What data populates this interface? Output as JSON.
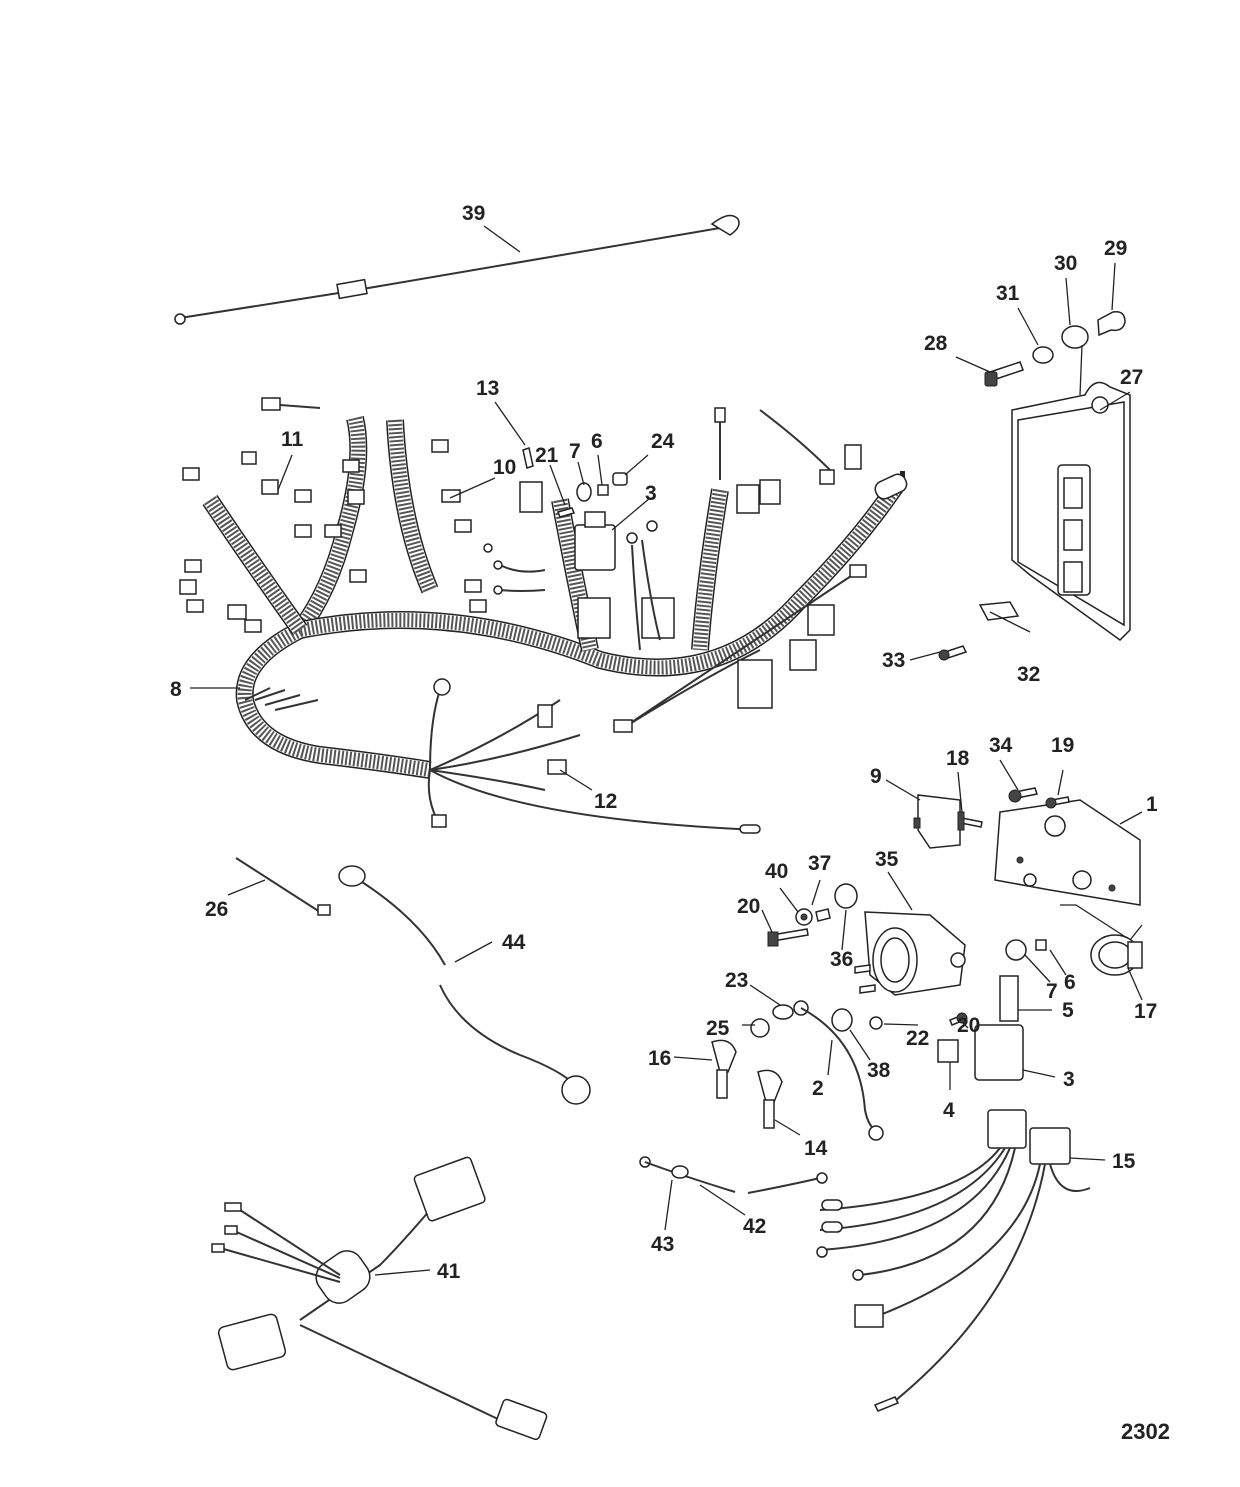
{
  "figure_number": "2302",
  "callouts": [
    {
      "id": "c39",
      "text": "39"
    },
    {
      "id": "c29",
      "text": "29"
    },
    {
      "id": "c30",
      "text": "30"
    },
    {
      "id": "c31",
      "text": "31"
    },
    {
      "id": "c28",
      "text": "28"
    },
    {
      "id": "c27",
      "text": "27"
    },
    {
      "id": "c13",
      "text": "13"
    },
    {
      "id": "c11",
      "text": "11"
    },
    {
      "id": "c21",
      "text": "21"
    },
    {
      "id": "c7a",
      "text": "7"
    },
    {
      "id": "c6a",
      "text": "6"
    },
    {
      "id": "c24",
      "text": "24"
    },
    {
      "id": "c10",
      "text": "10"
    },
    {
      "id": "c3a",
      "text": "3"
    },
    {
      "id": "c33",
      "text": "33"
    },
    {
      "id": "c32",
      "text": "32"
    },
    {
      "id": "c8",
      "text": "8"
    },
    {
      "id": "c34",
      "text": "34"
    },
    {
      "id": "c19",
      "text": "19"
    },
    {
      "id": "c18",
      "text": "18"
    },
    {
      "id": "c9",
      "text": "9"
    },
    {
      "id": "c1",
      "text": "1"
    },
    {
      "id": "c12",
      "text": "12"
    },
    {
      "id": "c35",
      "text": "35"
    },
    {
      "id": "c37",
      "text": "37"
    },
    {
      "id": "c40",
      "text": "40"
    },
    {
      "id": "c26",
      "text": "26"
    },
    {
      "id": "c20a",
      "text": "20"
    },
    {
      "id": "c44",
      "text": "44"
    },
    {
      "id": "c36",
      "text": "36"
    },
    {
      "id": "c6b",
      "text": "6"
    },
    {
      "id": "c7b",
      "text": "7"
    },
    {
      "id": "c23",
      "text": "23"
    },
    {
      "id": "c17",
      "text": "17"
    },
    {
      "id": "c25",
      "text": "25"
    },
    {
      "id": "c5",
      "text": "5"
    },
    {
      "id": "c20b",
      "text": "20"
    },
    {
      "id": "c22",
      "text": "22"
    },
    {
      "id": "c16",
      "text": "16"
    },
    {
      "id": "c38",
      "text": "38"
    },
    {
      "id": "c3b",
      "text": "3"
    },
    {
      "id": "c2",
      "text": "2"
    },
    {
      "id": "c4",
      "text": "4"
    },
    {
      "id": "c14",
      "text": "14"
    },
    {
      "id": "c15",
      "text": "15"
    },
    {
      "id": "c42",
      "text": "42"
    },
    {
      "id": "c43",
      "text": "43"
    },
    {
      "id": "c41",
      "text": "41"
    }
  ]
}
